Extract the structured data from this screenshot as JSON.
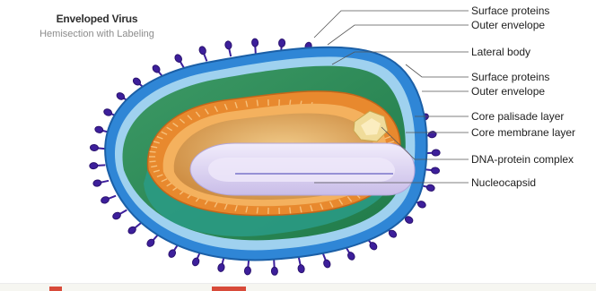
{
  "header": {
    "title": "Enveloped Virus",
    "subtitle": "Hemisection with Labeling"
  },
  "labels": [
    {
      "id": "surface-proteins-top",
      "text": "Surface proteins"
    },
    {
      "id": "outer-envelope-top",
      "text": "Outer envelope"
    },
    {
      "id": "lateral-body",
      "text": "Lateral body"
    },
    {
      "id": "surface-proteins-mid",
      "text": "Surface proteins"
    },
    {
      "id": "outer-envelope-mid",
      "text": "Outer envelope"
    },
    {
      "id": "core-palisade-layer",
      "text": "Core palisade layer"
    },
    {
      "id": "core-membrane-layer",
      "text": "Core membrane layer"
    },
    {
      "id": "dna-protein-complex",
      "text": "DNA-protein complex"
    },
    {
      "id": "nucleocapsid",
      "text": "Nucleocapsid"
    }
  ],
  "colors": {
    "envelope": "#2f86d6",
    "spikes": "#3d1f9b",
    "lateral": "#2f8f5a",
    "palisade": "#e8892e",
    "core": "#d9a15a",
    "nucleocapsid": "#ddd4f2",
    "dna_complex": "#f0dc9a"
  }
}
